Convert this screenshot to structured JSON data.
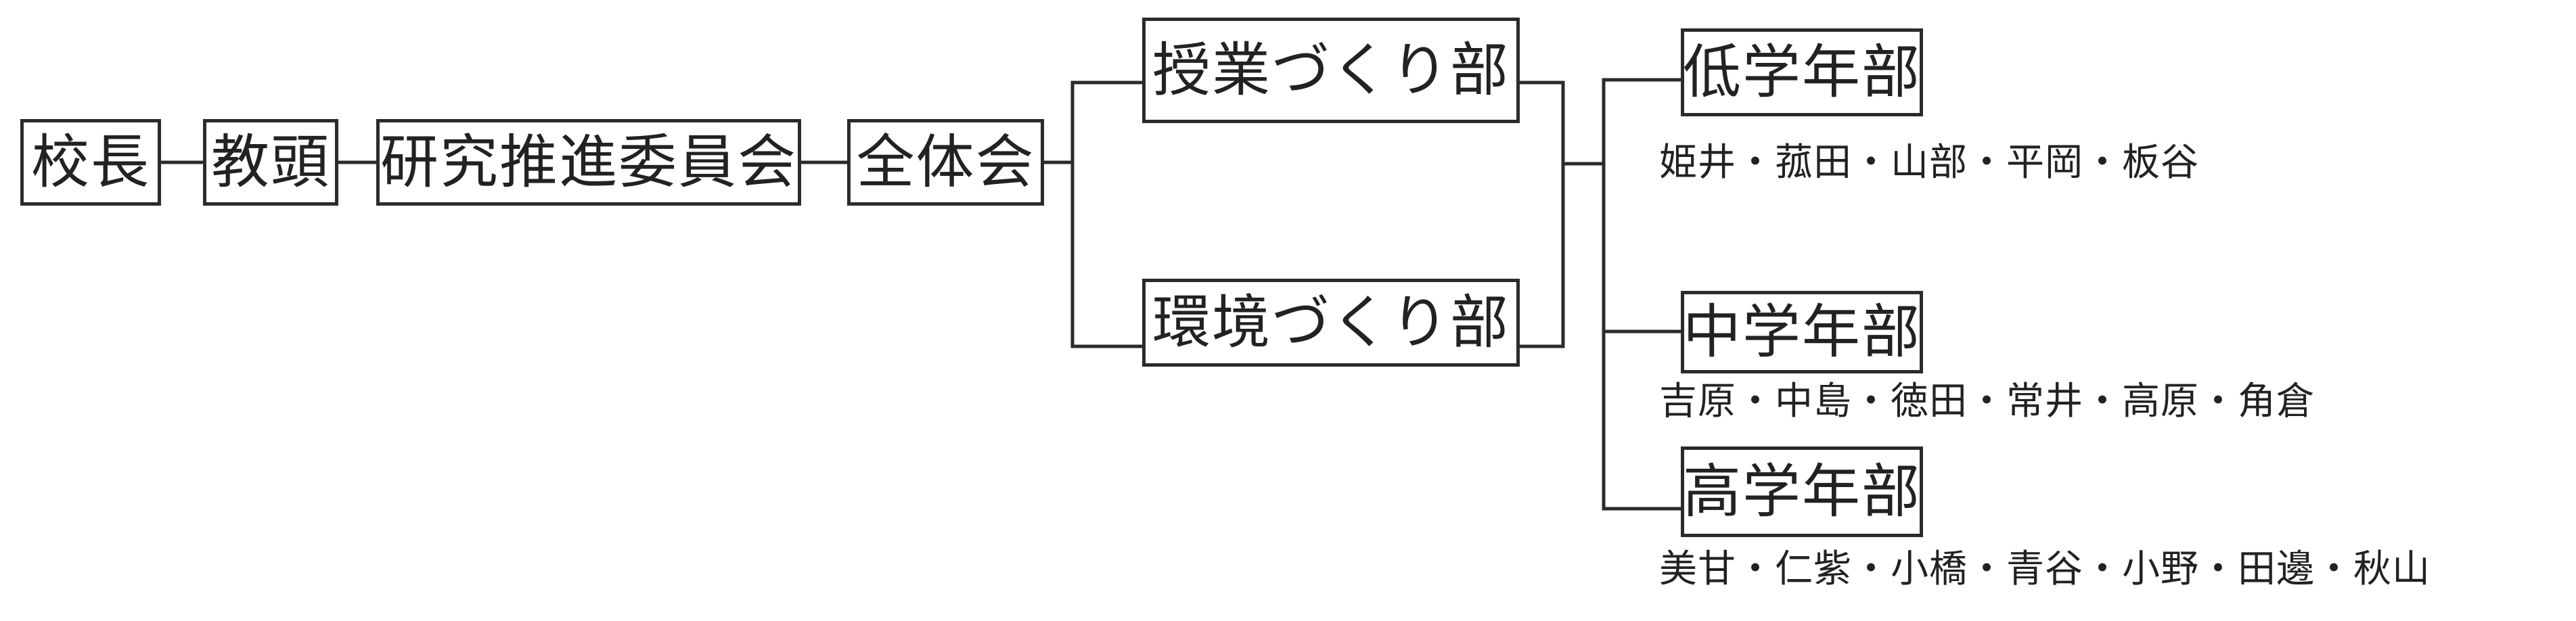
{
  "chain": {
    "principal": "校長",
    "vice_principal": "教頭",
    "research_committee": "研究推進委員会",
    "general_assembly": "全体会"
  },
  "departments": {
    "lesson_dept": "授業づくり部",
    "environment_dept": "環境づくり部"
  },
  "grade_groups": {
    "lower": {
      "label": "低学年部",
      "members": "姫井・菰田・山部・平岡・板谷"
    },
    "middle": {
      "label": "中学年部",
      "members": "吉原・中島・徳田・常井・高原・角倉"
    },
    "upper": {
      "label": "高学年部",
      "members": "美甘・仁紫・小橋・青谷・小野・田邊・秋山"
    }
  }
}
